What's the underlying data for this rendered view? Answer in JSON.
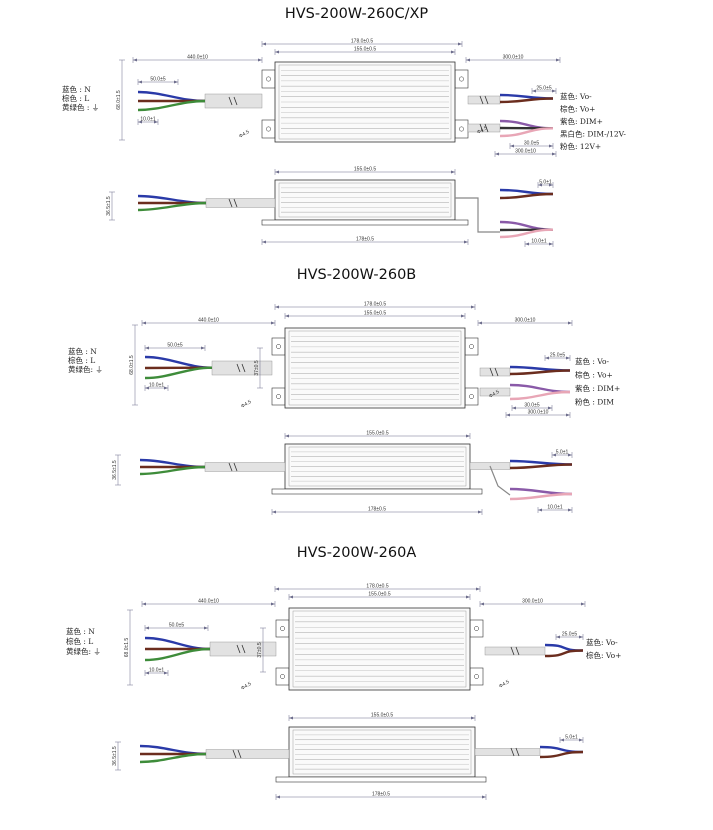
{
  "colors": {
    "blue": "#2a3aa8",
    "brown": "#6b2d1e",
    "green": "#3e8c3a",
    "purple": "#8a5aa8",
    "pink": "#e8a6b6",
    "gray": "#e2e2e2",
    "line": "#444444",
    "dim": "#6c6c8c"
  },
  "sections": [
    {
      "title": "HVS-200W-260C/XP",
      "top": {
        "dims": {
          "overall": "178.0±0.5",
          "body": "155.0±0.5",
          "in_lead": "440.0±10",
          "out_lead": "300.0±10",
          "strip": "50.0±5",
          "tin": "10.0±1",
          "height": "68.0±1.5",
          "diam": "Φ4.5",
          "out_strip": "25.0±5",
          "out_strip2": "30.0±5",
          "out_lead2": "300.0±10",
          "hole": "Φ4.5"
        },
        "left_labels": [
          "蓝色 : N",
          "棕色 : L",
          "黄绿色 : ⏚"
        ],
        "right_labels": [
          "蓝色: Vo-",
          "棕色: Vo+",
          "紫色: DIM+",
          "黑白色: DIM-/12V-",
          "粉色: 12V+"
        ]
      },
      "side": {
        "dims": {
          "body": "155.0±0.5",
          "base": "178±0.5",
          "height": "36.5±1.5",
          "tin": "5.0±1",
          "tin2": "10.0±1"
        }
      }
    },
    {
      "title": "HVS-200W-260B",
      "top": {
        "dims": {
          "overall": "178.0±0.5",
          "body": "155.0±0.5",
          "in_lead": "440.0±10",
          "out_lead": "300.0±10",
          "strip": "50.0±5",
          "tin": "10.0±1",
          "height": "68.0±1.5",
          "mount": "37±0.5",
          "diam": "Φ4.5",
          "out_strip": "25.0±5",
          "out_strip2": "30.0±5",
          "out_lead2": "300.0±10",
          "hole": "Φ4.5"
        },
        "left_labels": [
          "蓝色 : N",
          "棕色 : L",
          "黄绿色: ⏚"
        ],
        "right_labels": [
          "蓝色 : Vo-",
          "棕色 : Vo+",
          "紫色 : DIM+",
          "粉色 : DIM"
        ]
      },
      "side": {
        "dims": {
          "body": "155.0±0.5",
          "base": "178±0.5",
          "height": "36.5±1.5",
          "tin": "5.0±1",
          "tin2": "10.0±1"
        }
      }
    },
    {
      "title": "HVS-200W-260A",
      "top": {
        "dims": {
          "overall": "178.0±0.5",
          "body": "155.0±0.5",
          "in_lead": "440.0±10",
          "out_lead": "300.0±10",
          "strip": "50.0±5",
          "tin": "10.0±1",
          "height": "68.0±1.5",
          "mount": "37±0.5",
          "diam": "Φ4.5",
          "out_strip": "25.0±5",
          "hole": "Φ4.5"
        },
        "left_labels": [
          "蓝色 : N",
          "棕色 : L",
          "黄绿色: ⏚"
        ],
        "right_labels": [
          "蓝色: Vo-",
          "棕色: Vo+"
        ]
      },
      "side": {
        "dims": {
          "body": "155.0±0.5",
          "base": "178±0.5",
          "height": "36.5±1.5",
          "tin": "5.0±1"
        }
      }
    }
  ]
}
